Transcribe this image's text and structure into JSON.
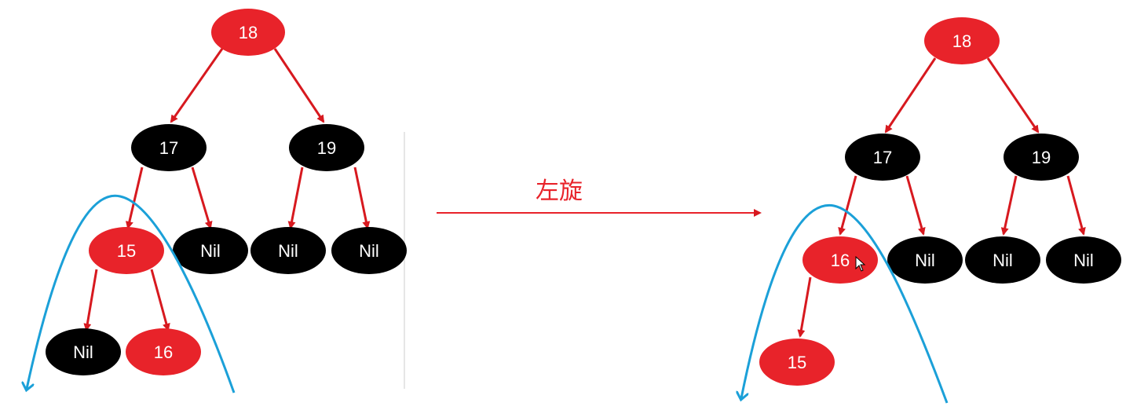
{
  "colors": {
    "red": "#e8232a",
    "black": "#000000",
    "arc": "#1ba0d8",
    "edge": "#d7191f"
  },
  "operation_label": "左旋",
  "before": {
    "nodes": [
      {
        "id": "b18",
        "label": "18",
        "color": "red"
      },
      {
        "id": "b17",
        "label": "17",
        "color": "black"
      },
      {
        "id": "b19",
        "label": "19",
        "color": "black"
      },
      {
        "id": "b15",
        "label": "15",
        "color": "red"
      },
      {
        "id": "bnil1",
        "label": "Nil",
        "color": "black"
      },
      {
        "id": "bnil2",
        "label": "Nil",
        "color": "black"
      },
      {
        "id": "bnil3",
        "label": "Nil",
        "color": "black"
      },
      {
        "id": "bnil4",
        "label": "Nil",
        "color": "black"
      },
      {
        "id": "b16",
        "label": "16",
        "color": "red"
      }
    ]
  },
  "after": {
    "nodes": [
      {
        "id": "a18",
        "label": "18",
        "color": "red"
      },
      {
        "id": "a17",
        "label": "17",
        "color": "black"
      },
      {
        "id": "a19",
        "label": "19",
        "color": "black"
      },
      {
        "id": "a16",
        "label": "16",
        "color": "red"
      },
      {
        "id": "anil1",
        "label": "Nil",
        "color": "black"
      },
      {
        "id": "anil2",
        "label": "Nil",
        "color": "black"
      },
      {
        "id": "anil3",
        "label": "Nil",
        "color": "black"
      },
      {
        "id": "a15",
        "label": "15",
        "color": "red"
      }
    ]
  }
}
